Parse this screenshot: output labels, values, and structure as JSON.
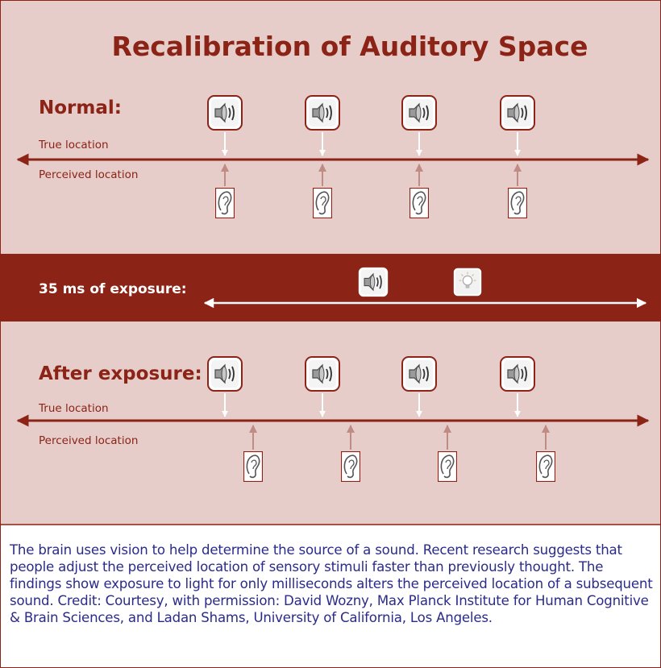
{
  "title": "Recalibration of Auditory Space",
  "normal": {
    "label": "Normal:",
    "true_location_label": "True location",
    "perceived_location_label": "Perceived location"
  },
  "exposure": {
    "label": "35 ms of exposure:"
  },
  "after": {
    "label": "After exposure:",
    "true_location_label": "True location",
    "perceived_location_label": "Perceived location"
  },
  "caption": "The brain uses vision to help determine the source of a sound. Recent research suggests that people adjust the perceived location of sensory stimuli faster than previously thought. The findings show exposure to light for only milliseconds alters the perceived location of a subsequent sound. Credit: Courtesy, with permission: David Wozny, Max Planck Institute for Human Cognitive & Brain Sciences, and Ladan Shams, University of California, Los Angeles.",
  "colors": {
    "panel_bg": "#e6cdc9",
    "dark_red": "#8b2316",
    "arrow_pink": "#c08b84",
    "caption_blue": "#2b2b8a"
  },
  "icons": {
    "sound_source": "speaker-icon",
    "perceived": "ear-icon",
    "light": "lightbulb-icon"
  }
}
